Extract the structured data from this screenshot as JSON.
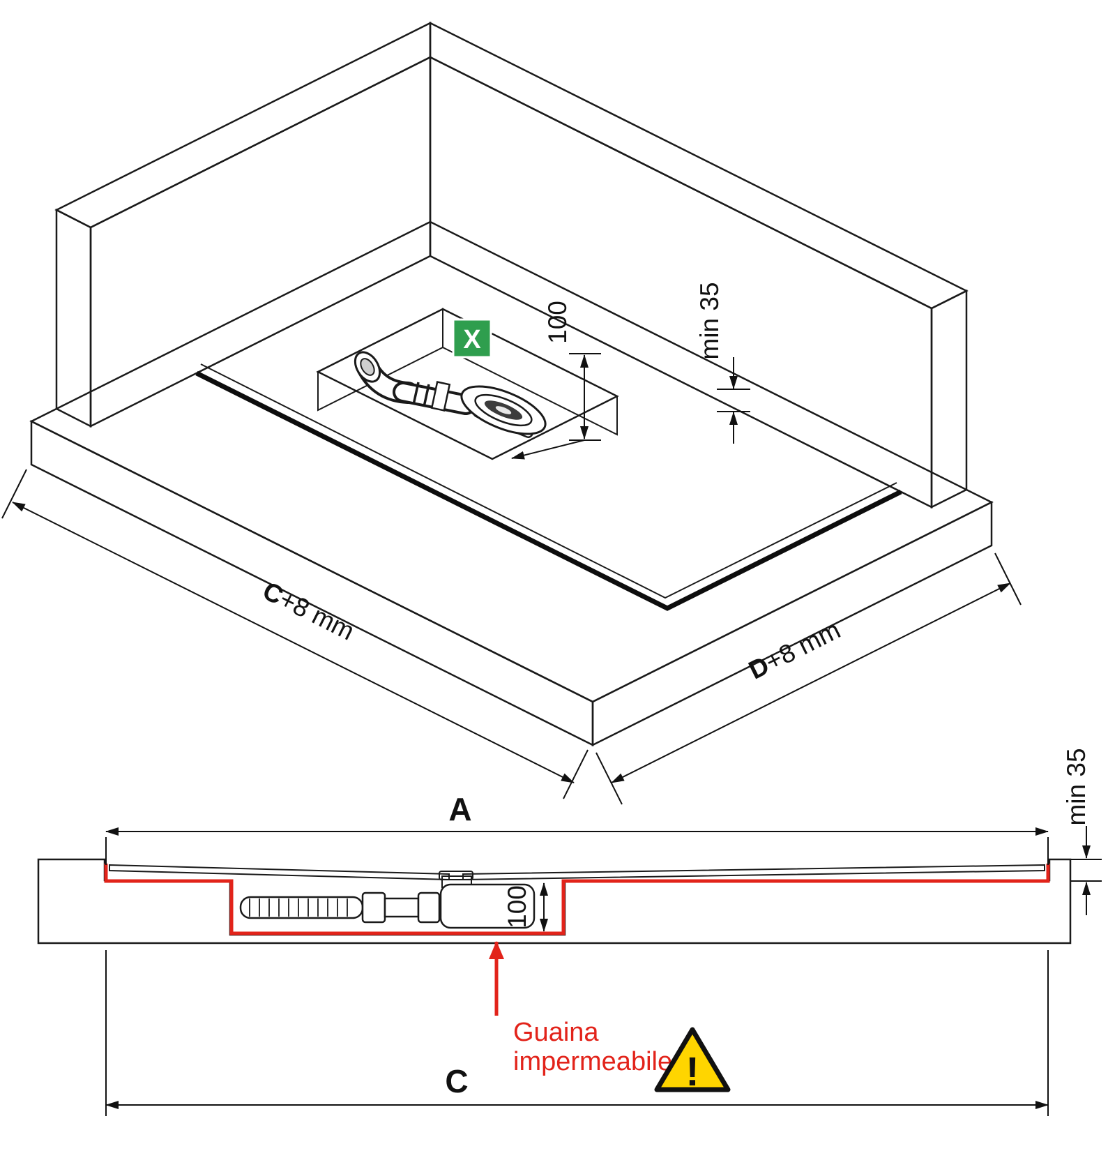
{
  "colors": {
    "membrane_red": "#e2231a",
    "pit_floor_green": "#cfe6d6",
    "pit_wall_green_left": "#9cc7ab",
    "pit_wall_green_right": "#b4d6c0",
    "badge_green": "#2f9e4e",
    "warning_yellow": "#ffd500"
  },
  "iso_view": {
    "depth_dim": "100",
    "min_depth_dim": "min 35",
    "length_dim_letter": "C",
    "length_dim_suffix": "+8 mm",
    "width_dim_letter": "D",
    "width_dim_suffix": "+8 mm",
    "drain_marker": "X"
  },
  "section_view": {
    "tray_length_dim": "A",
    "overall_length_dim": "C",
    "min_depth_dim": "min 35",
    "recess_depth_dim": "100",
    "membrane_label_line1": "Guaina",
    "membrane_label_line2": "impermeabile",
    "warning_glyph": "!"
  }
}
